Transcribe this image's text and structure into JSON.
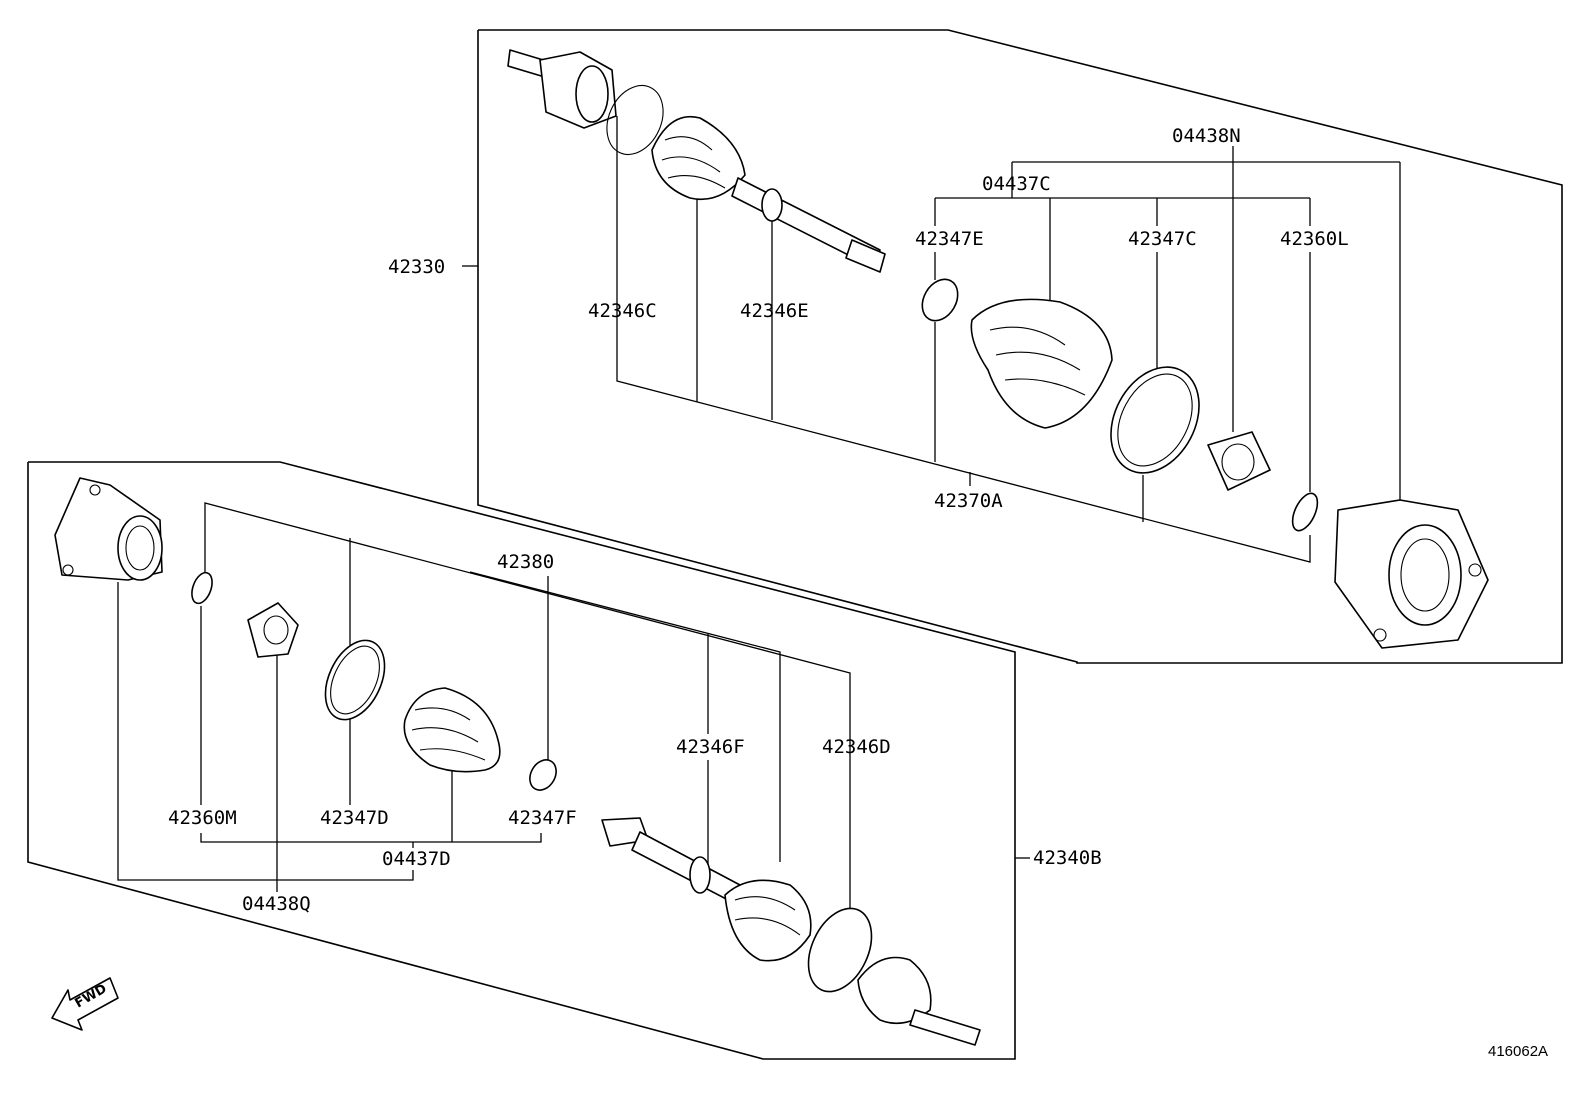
{
  "upper_assembly": {
    "assembly_number": "42330",
    "labels": {
      "l_04438N": "04438N",
      "l_04437C": "04437C",
      "l_42347E": "42347E",
      "l_42347C": "42347C",
      "l_42360L": "42360L",
      "l_42346C": "42346C",
      "l_42346E": "42346E",
      "l_42370A": "42370A"
    }
  },
  "lower_assembly": {
    "assembly_number": "42340B",
    "labels": {
      "l_42380": "42380",
      "l_42346F": "42346F",
      "l_42346D": "42346D",
      "l_42360M": "42360M",
      "l_42347D": "42347D",
      "l_42347F": "42347F",
      "l_04437D": "04437D",
      "l_04438Q": "04438Q"
    }
  },
  "fwd_indicator": "FWD",
  "diagram_id": "416062A"
}
